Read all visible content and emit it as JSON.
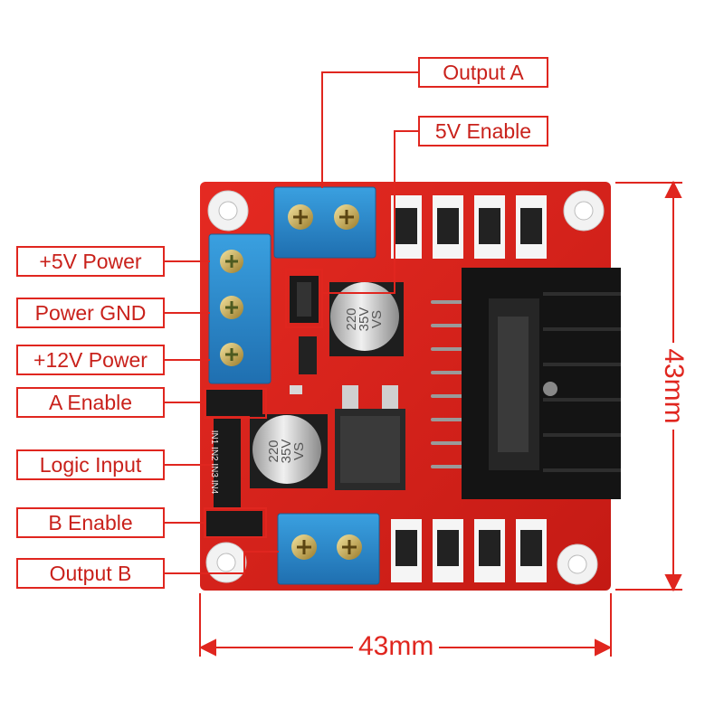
{
  "labels": {
    "output_a": "Output A",
    "enable_5v": "5V Enable",
    "power_5v": "+5V Power",
    "power_gnd": "Power GND",
    "power_12v": "+12V Power",
    "a_enable": "A Enable",
    "logic_input": "Logic Input",
    "b_enable": "B Enable",
    "output_b": "Output B"
  },
  "dimensions": {
    "width": "43mm",
    "height": "43mm"
  },
  "capacitors": [
    {
      "line1": "220",
      "line2": "35V",
      "line3": "VS"
    },
    {
      "line1": "220",
      "line2": "35V",
      "line3": "VS"
    }
  ],
  "header_pin_labels": "IN1 IN2 IN3 IN4",
  "colors": {
    "accent": "#e0261f",
    "board": "#d9211c",
    "terminal": "#2f8fd0"
  }
}
